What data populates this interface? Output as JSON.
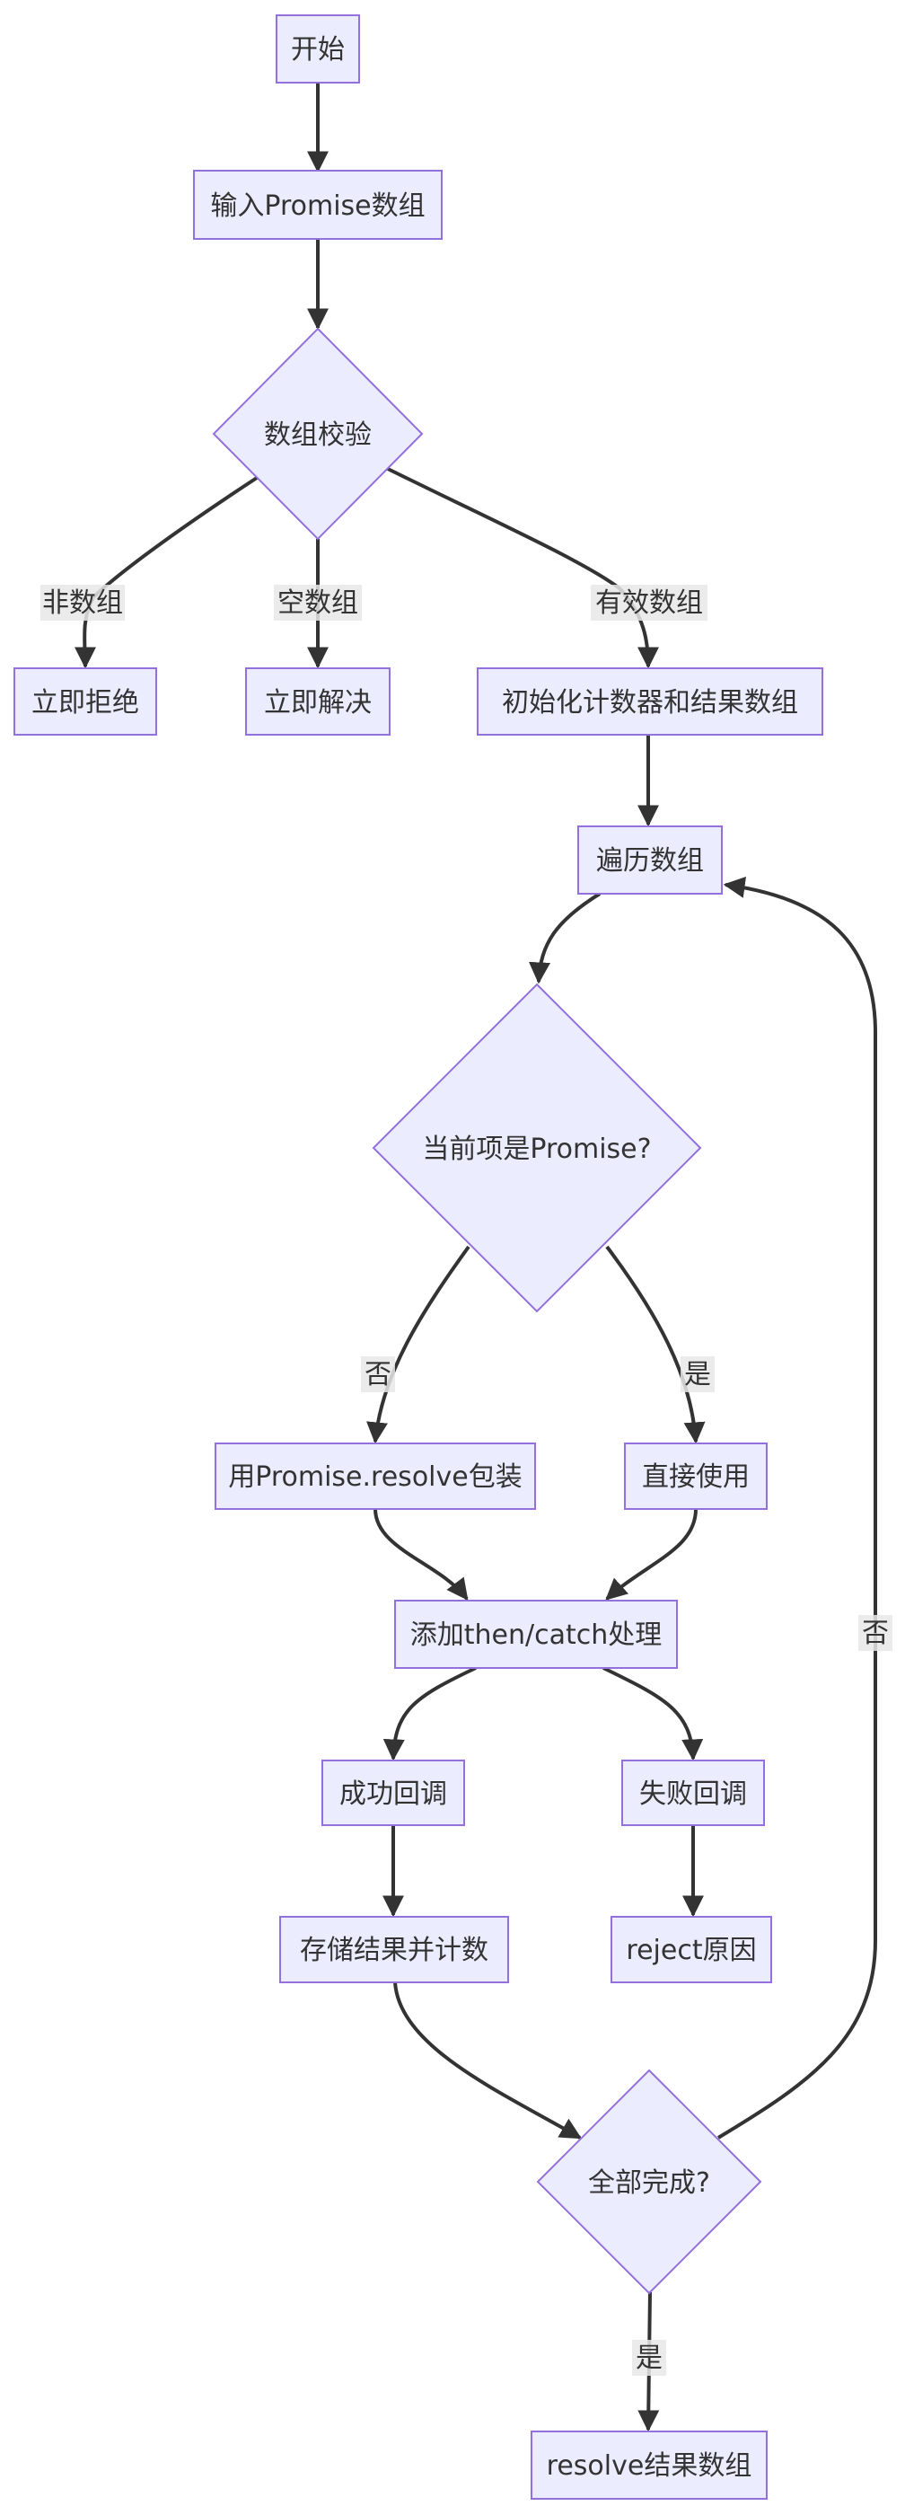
{
  "nodes": {
    "start": "开始",
    "input": "输入Promise数组",
    "validate": "数组校验",
    "reject_now": "立即拒绝",
    "resolve_now": "立即解决",
    "init": "初始化计数器和结果数组",
    "iterate": "遍历数组",
    "is_promise": "当前项是Promise?",
    "wrap": "用Promise.resolve包装",
    "use_direct": "直接使用",
    "attach": "添加then/catch处理",
    "on_success": "成功回调",
    "on_fail": "失败回调",
    "store": "存储结果并计数",
    "reject_reason": "reject原因",
    "all_done": "全部完成?",
    "resolve_results": "resolve结果数组"
  },
  "edge_labels": {
    "not_array": "非数组",
    "empty_array": "空数组",
    "valid_array": "有效数组",
    "no_promise": "否",
    "yes_promise": "是",
    "not_done": "否",
    "done": "是"
  },
  "colors": {
    "node_fill": "#ECECFF",
    "node_stroke": "#9370DB",
    "edge": "#333333",
    "label_bg": "#e8e8e8"
  }
}
